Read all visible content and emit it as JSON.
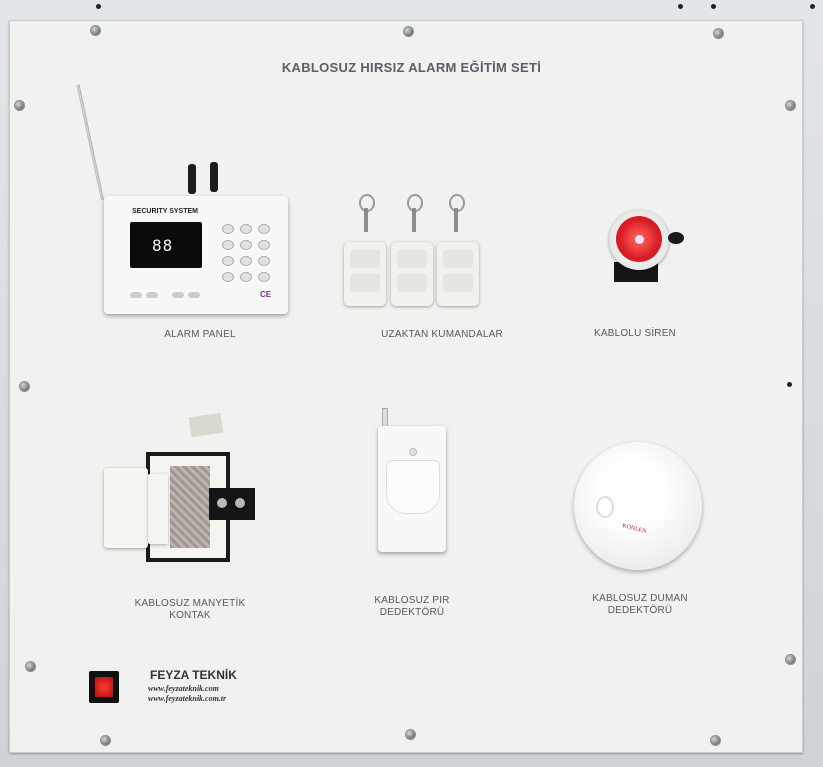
{
  "board": {
    "title": "KABLOSUZ HIRSIZ ALARM EĞİTİM SETİ",
    "labels": {
      "alarm_panel": "ALARM PANEL",
      "remotes": "UZAKTAN KUMANDALAR",
      "siren": "KABLOLU SİREN",
      "magnetic_contact_line1": "KABLOSUZ MANYETİK",
      "magnetic_contact_line2": "KONTAK",
      "pir_line1": "KABLOSUZ PIR",
      "pir_line2": "DEDEKTÖRÜ",
      "smoke_line1": "KABLOSUZ DUMAN",
      "smoke_line2": "DEDEKTÖRÜ"
    }
  },
  "alarm_panel_device": {
    "brand_text": "SECURITY SYSTEM",
    "display": "88",
    "mark": "CE"
  },
  "smoke_device": {
    "brand_text": "KONLEN"
  },
  "footer": {
    "company": "FEYZA TEKNİK",
    "website1": "www.feyzateknik.com",
    "website2": "www.feyzateknik.com.tr"
  },
  "colors": {
    "board": "#f1f1f0",
    "frame": "#d9dcdf",
    "siren_red": "#d81c24",
    "switch_red": "#ff3a30"
  }
}
